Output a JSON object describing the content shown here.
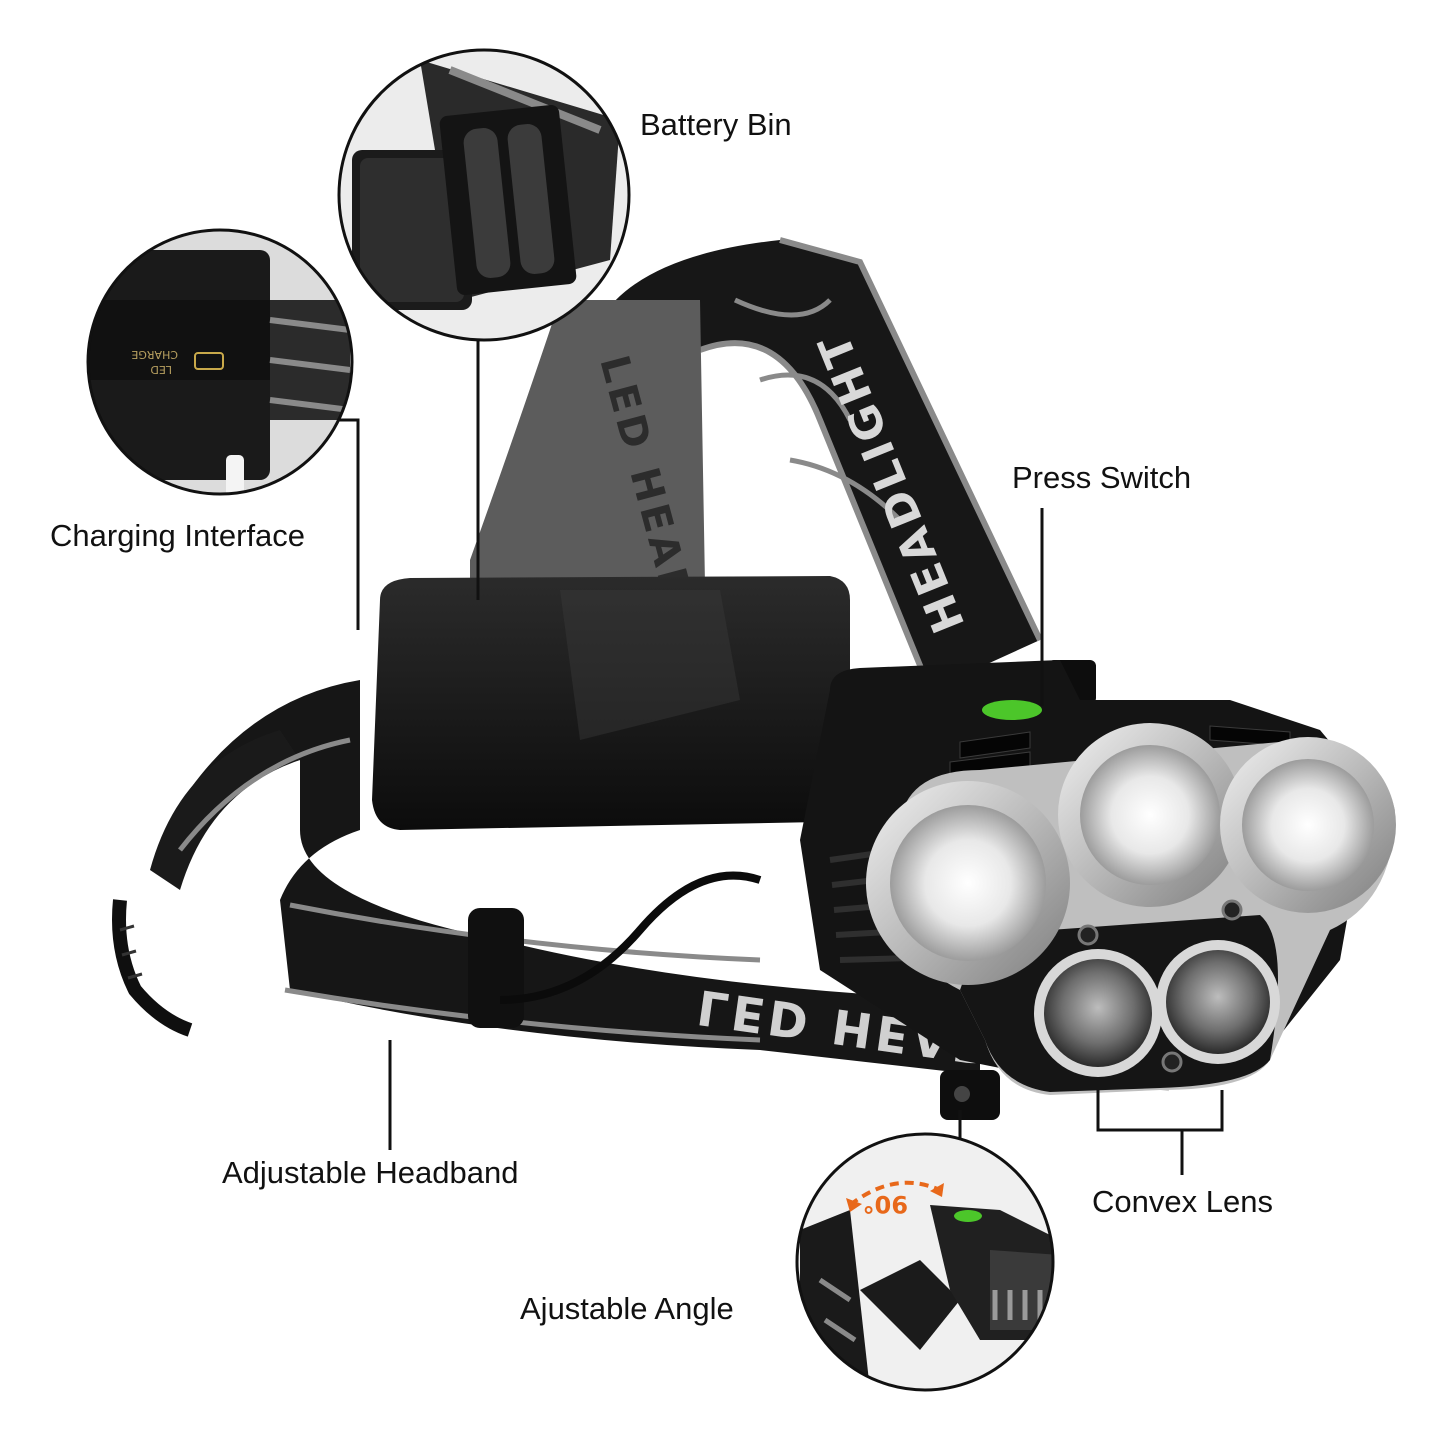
{
  "labels": {
    "battery_bin": "Battery Bin",
    "charging_interface": "Charging Interface",
    "press_switch": "Press Switch",
    "adjustable_headband": "Adjustable Headband",
    "convex_lens": "Convex Lens",
    "adjustable_angle": "Ajustable Angle"
  },
  "strap_text": {
    "top_strap": "HEADLIGHT",
    "side_strap": "LED HEADLIGHT",
    "back_strap": "LED HEAD"
  },
  "inset_text": {
    "charge": "CHARGE",
    "led": "LED",
    "angle": "90°"
  },
  "colors": {
    "housing": "#151515",
    "silver_ring": "#c9c9c9",
    "strap_pattern": "#8a8a8a",
    "switch_green": "#4cc62a",
    "angle_arrow": "#e8681a",
    "lead_line": "#111111"
  }
}
